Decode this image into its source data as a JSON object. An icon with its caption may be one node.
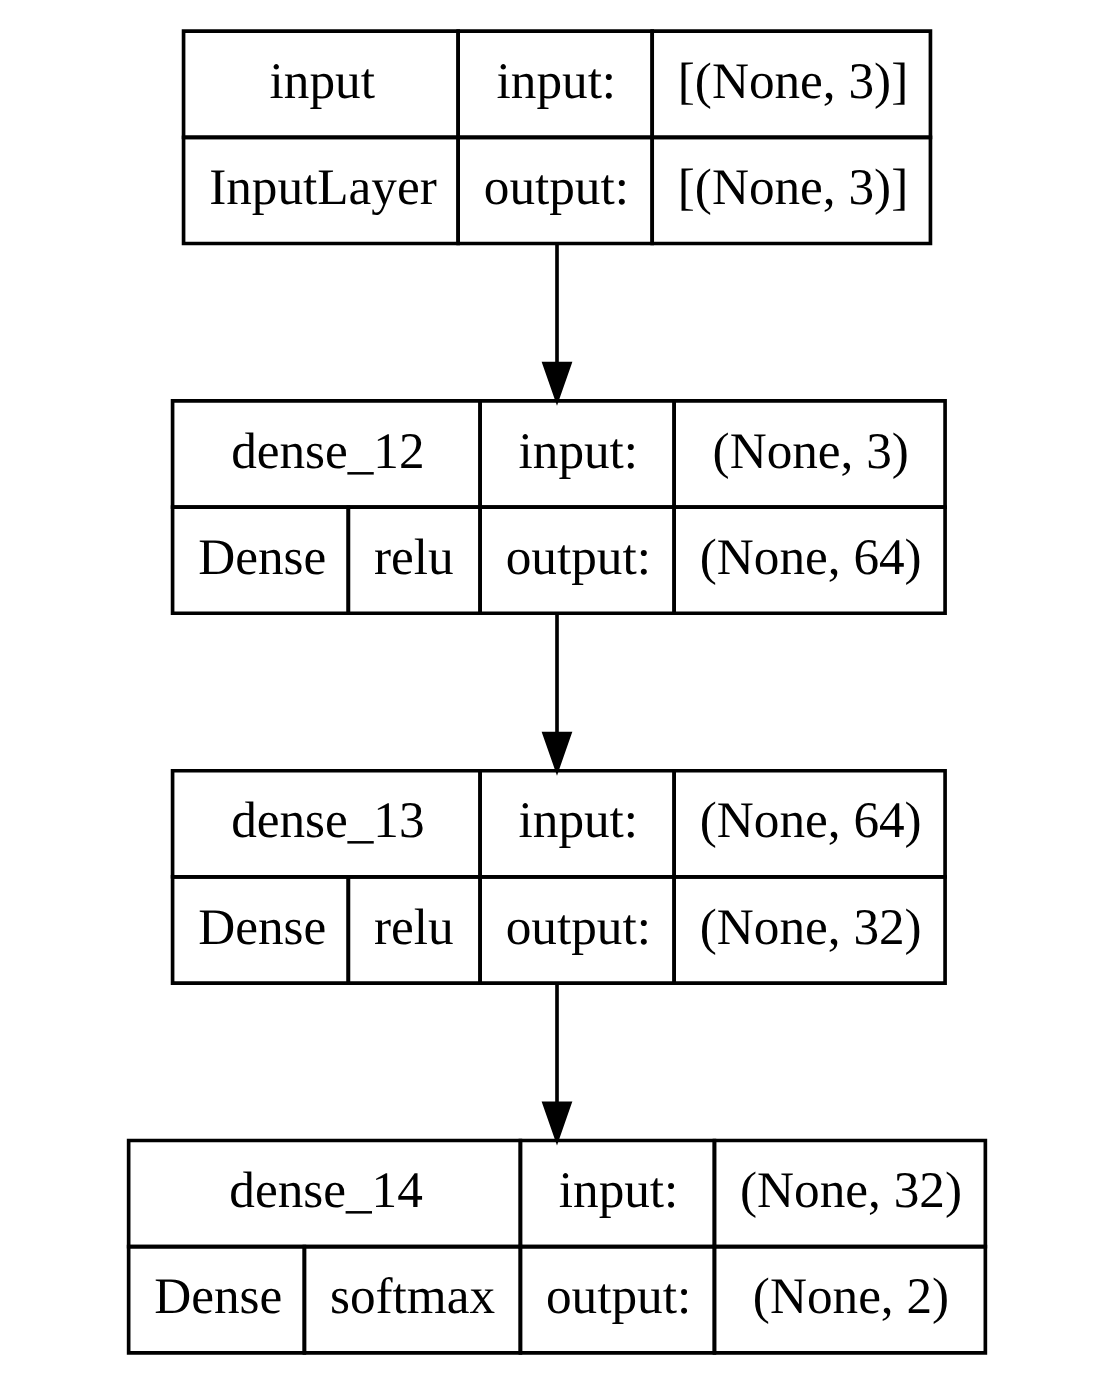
{
  "diagram": {
    "nodes": [
      {
        "text": [
          "input",
          "input:",
          "[(None, 3)]",
          "InputLayer",
          "output:",
          "[(None, 3)]"
        ]
      },
      {
        "text": [
          "dense_12",
          "input:",
          "(None, 3)",
          "Dense",
          "relu",
          "output:",
          "(None, 64)"
        ]
      },
      {
        "text": [
          "dense_13",
          "input:",
          "(None, 64)",
          "Dense",
          "relu",
          "output:",
          "(None, 32)"
        ]
      },
      {
        "text": [
          "dense_14",
          "input:",
          "(None, 32)",
          "Dense",
          "softmax",
          "output:",
          "(None, 2)"
        ]
      }
    ],
    "edges": [
      {
        "from": 0,
        "to": 1,
        "arrow": "to"
      },
      {
        "from": 1,
        "to": 2,
        "arrow": "to"
      },
      {
        "from": 2,
        "to": 3,
        "arrow": "to"
      }
    ]
  }
}
